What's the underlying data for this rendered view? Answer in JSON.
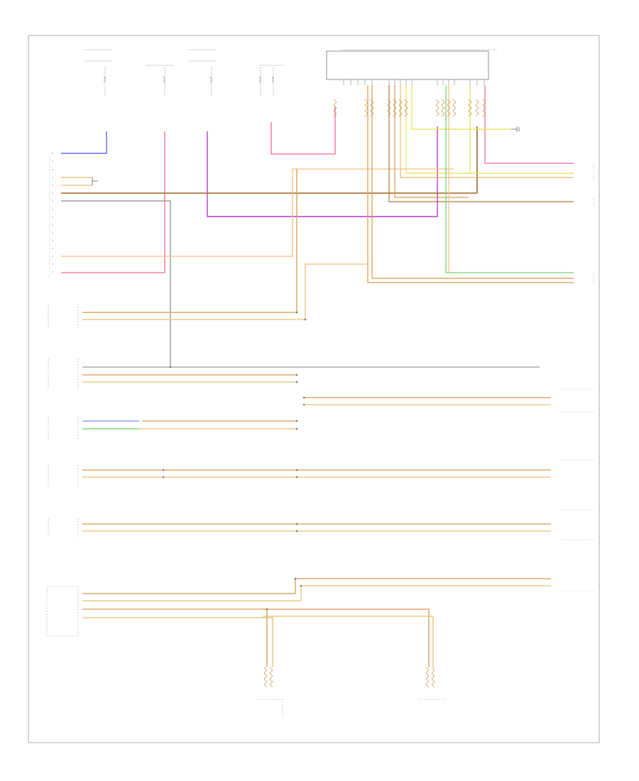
{
  "footer": {
    "code": ""
  },
  "colors": {
    "frame": "#999999",
    "blue": "#5b6cf0",
    "pink": "#f36a8a",
    "magenta": "#b23ad8",
    "orange": "#f5b45a",
    "tan": "#d89a4c",
    "brown": "#b07a3a",
    "yellow": "#e4e44a",
    "green": "#6fd36f",
    "grey": "#8a8a8a",
    "black": "#333333"
  },
  "components": [
    {
      "id": "fuse-1"
    },
    {
      "id": "fuse-2"
    },
    {
      "id": "fuse-3"
    },
    {
      "id": "fuse-4"
    },
    {
      "id": "control-module"
    },
    {
      "id": "diagnostic-connector"
    },
    {
      "id": "module-a"
    },
    {
      "id": "module-b"
    },
    {
      "id": "module-c"
    },
    {
      "id": "module-d"
    },
    {
      "id": "module-e"
    },
    {
      "id": "module-f"
    },
    {
      "id": "sensor-left"
    },
    {
      "id": "sensor-right"
    }
  ]
}
